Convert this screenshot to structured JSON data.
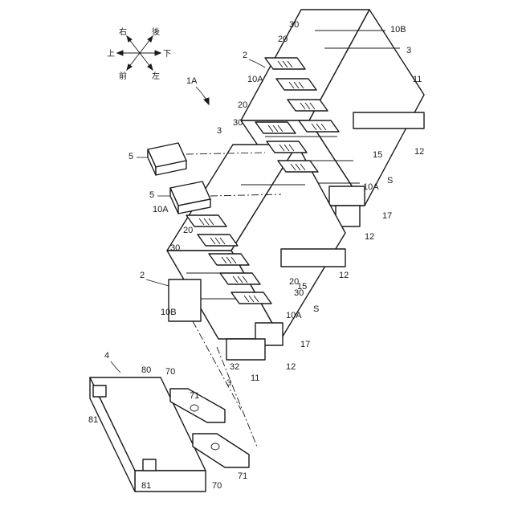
{
  "assembly_label": "1A",
  "directions": {
    "up": "上",
    "down": "下",
    "left": "左",
    "right": "右",
    "front": "前",
    "rear": "後"
  },
  "refs": {
    "r2a": "2",
    "r2b": "2",
    "r3a": "3",
    "r3b": "3",
    "r3c": "3",
    "r4": "4",
    "r5a": "5",
    "r5b": "5",
    "r10a_1": "10A",
    "r10a_2": "10A",
    "r10a_3": "10A",
    "r10a_4": "10A",
    "r10b_1": "10B",
    "r10b_2": "10B",
    "r11a": "11",
    "r11b": "11",
    "r12a": "12",
    "r12b": "12",
    "r12c": "12",
    "r12d": "12",
    "r15a": "15",
    "r15b": "15",
    "r17a": "17",
    "r17b": "17",
    "r20a": "20",
    "r20b": "20",
    "r20c": "20",
    "r20d": "20",
    "r30a": "30",
    "r30b": "30",
    "r30c": "30",
    "r30d": "30",
    "r32": "32",
    "r70a": "70",
    "r70b": "70",
    "r71a": "71",
    "r71b": "71",
    "r80": "80",
    "r81a": "81",
    "r81b": "81",
    "sa": "S",
    "sb": "S"
  }
}
